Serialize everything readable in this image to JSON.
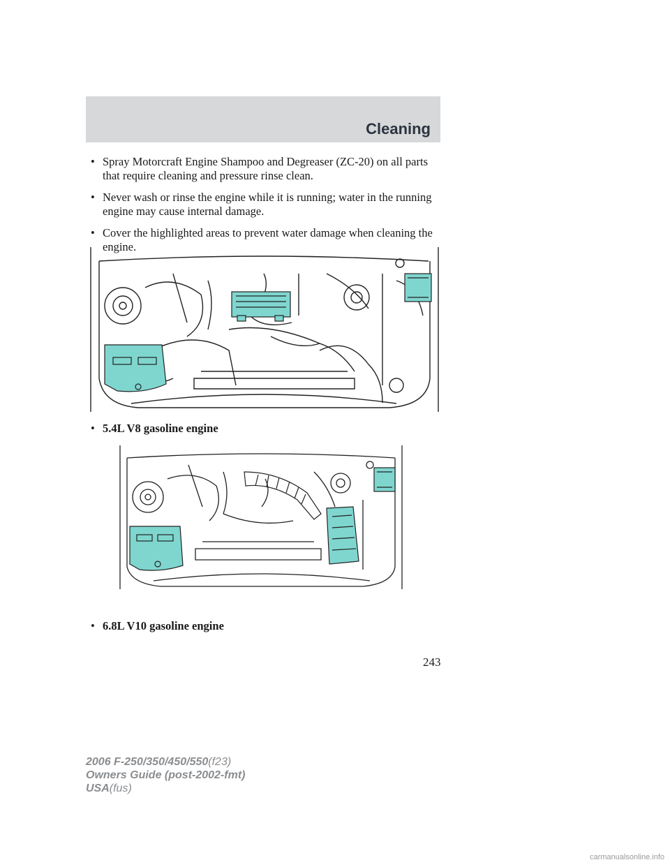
{
  "header": {
    "section_title": "Cleaning"
  },
  "bullets": [
    {
      "text": "Spray Motorcraft Engine Shampoo and Degreaser (ZC-20) on all parts that require cleaning and pressure rinse clean."
    },
    {
      "text": "Never wash or rinse the engine while it is running; water in the running engine may cause internal damage."
    },
    {
      "text": "Cover the highlighted areas to prevent water damage when cleaning the engine."
    }
  ],
  "bullet_symbol": "•",
  "figures": [
    {
      "caption": "5.4L V8 gasoline engine",
      "highlight_color": "#7fd6cf"
    },
    {
      "caption": "6.8L V10 gasoline engine",
      "highlight_color": "#7fd6cf"
    }
  ],
  "page_number": "243",
  "footer": {
    "line1_bold": "2006 F-250/350/450/550",
    "line1_light": "(f23)",
    "line2_bold": "Owners Guide (post-2002-fmt)",
    "line3_bold": "USA",
    "line3_light": "(fus)"
  },
  "watermark": "carmanualsonline.info"
}
